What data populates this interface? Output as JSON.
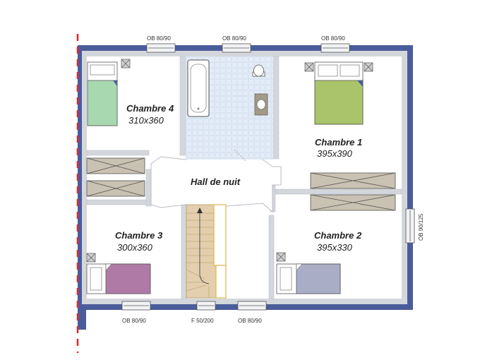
{
  "rooms": {
    "chambre4": {
      "name": "Chambre 4",
      "size": "310x360"
    },
    "chambre1": {
      "name": "Chambre 1",
      "size": "395x390"
    },
    "chambre3": {
      "name": "Chambre 3",
      "size": "300x360"
    },
    "chambre2": {
      "name": "Chambre 2",
      "size": "395x330"
    },
    "hall": {
      "name": "Hall de nuit"
    }
  },
  "openings": {
    "top_left": "OB 80/90",
    "top_mid": "OB 80/90",
    "top_right": "OB 80/90",
    "right": "OB 90/125",
    "bottom_left": "OB 80/90",
    "bottom_mid": "F 50/200",
    "bottom_right": "OB 80/90"
  },
  "colors": {
    "wall_outer": "#4a5c9a",
    "wall_inner": "#d3d6db",
    "bed_green": "#a9c46a",
    "bed_mint": "#a8d8b0",
    "bed_purple": "#b07aa6",
    "bed_blue": "#a9adc6",
    "wardrobe": "#c9c2b2",
    "stairs": "#e3cfae",
    "cut_line": "#e0262b"
  }
}
